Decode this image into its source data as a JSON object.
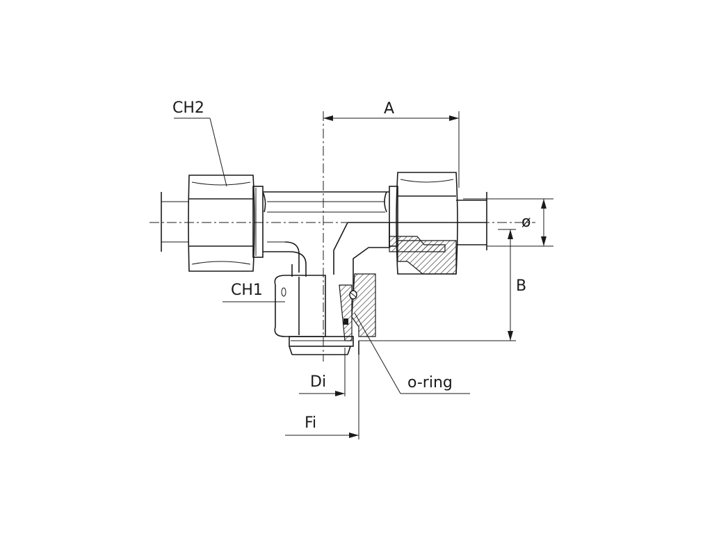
{
  "labels": {
    "ch2": "CH2",
    "a": "A",
    "diameter": "ø",
    "b": "B",
    "ch1": "CH1",
    "di": "Di",
    "o_ring": "o-ring",
    "fi": "Fi"
  }
}
